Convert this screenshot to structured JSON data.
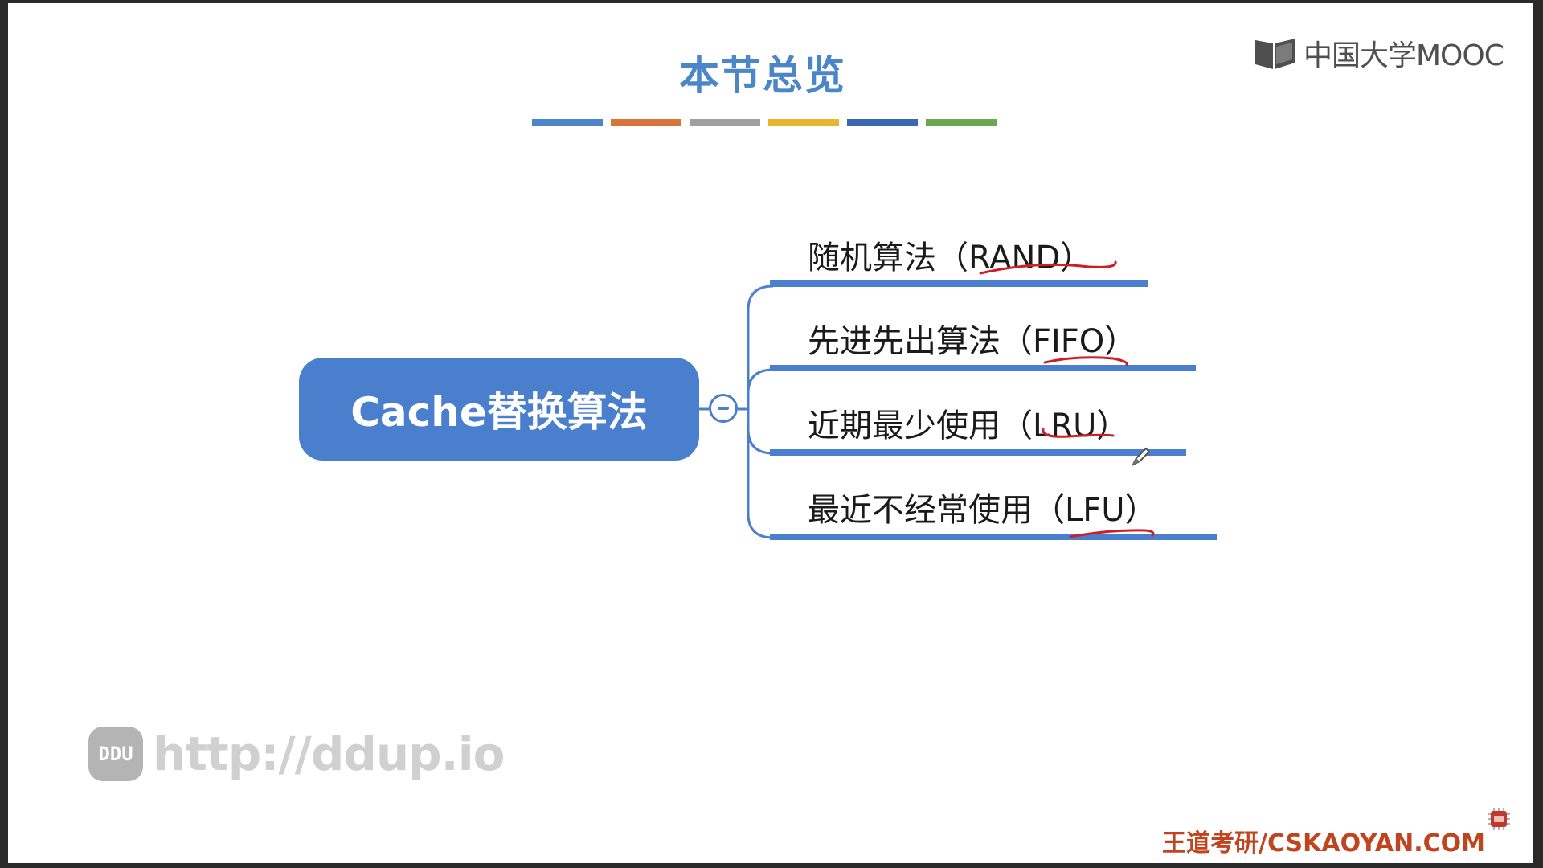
{
  "title": "本节总览",
  "title_bar_colors": [
    "#4a86c8",
    "#d9743a",
    "#a0a0a0",
    "#e8b530",
    "#3a68b0",
    "#6aa84f"
  ],
  "logo": {
    "text": "中国大学MOOC",
    "icon": "book-icon"
  },
  "mindmap": {
    "root": "Cache替换算法",
    "collapse_icon": "minus-circle-icon",
    "branches": [
      {
        "label": "随机算法（RAND）"
      },
      {
        "label": "先进先出算法（FIFO）"
      },
      {
        "label": "近期最少使用（LRU）"
      },
      {
        "label": "最近不经常使用（LFU）"
      }
    ],
    "accent_color": "#4a7fcd",
    "annotation_color": "#cc1f2a"
  },
  "watermark": {
    "badge": "DDU",
    "url": "http://ddup.io"
  },
  "footer": "王道考研/CSKAOYAN.COM"
}
